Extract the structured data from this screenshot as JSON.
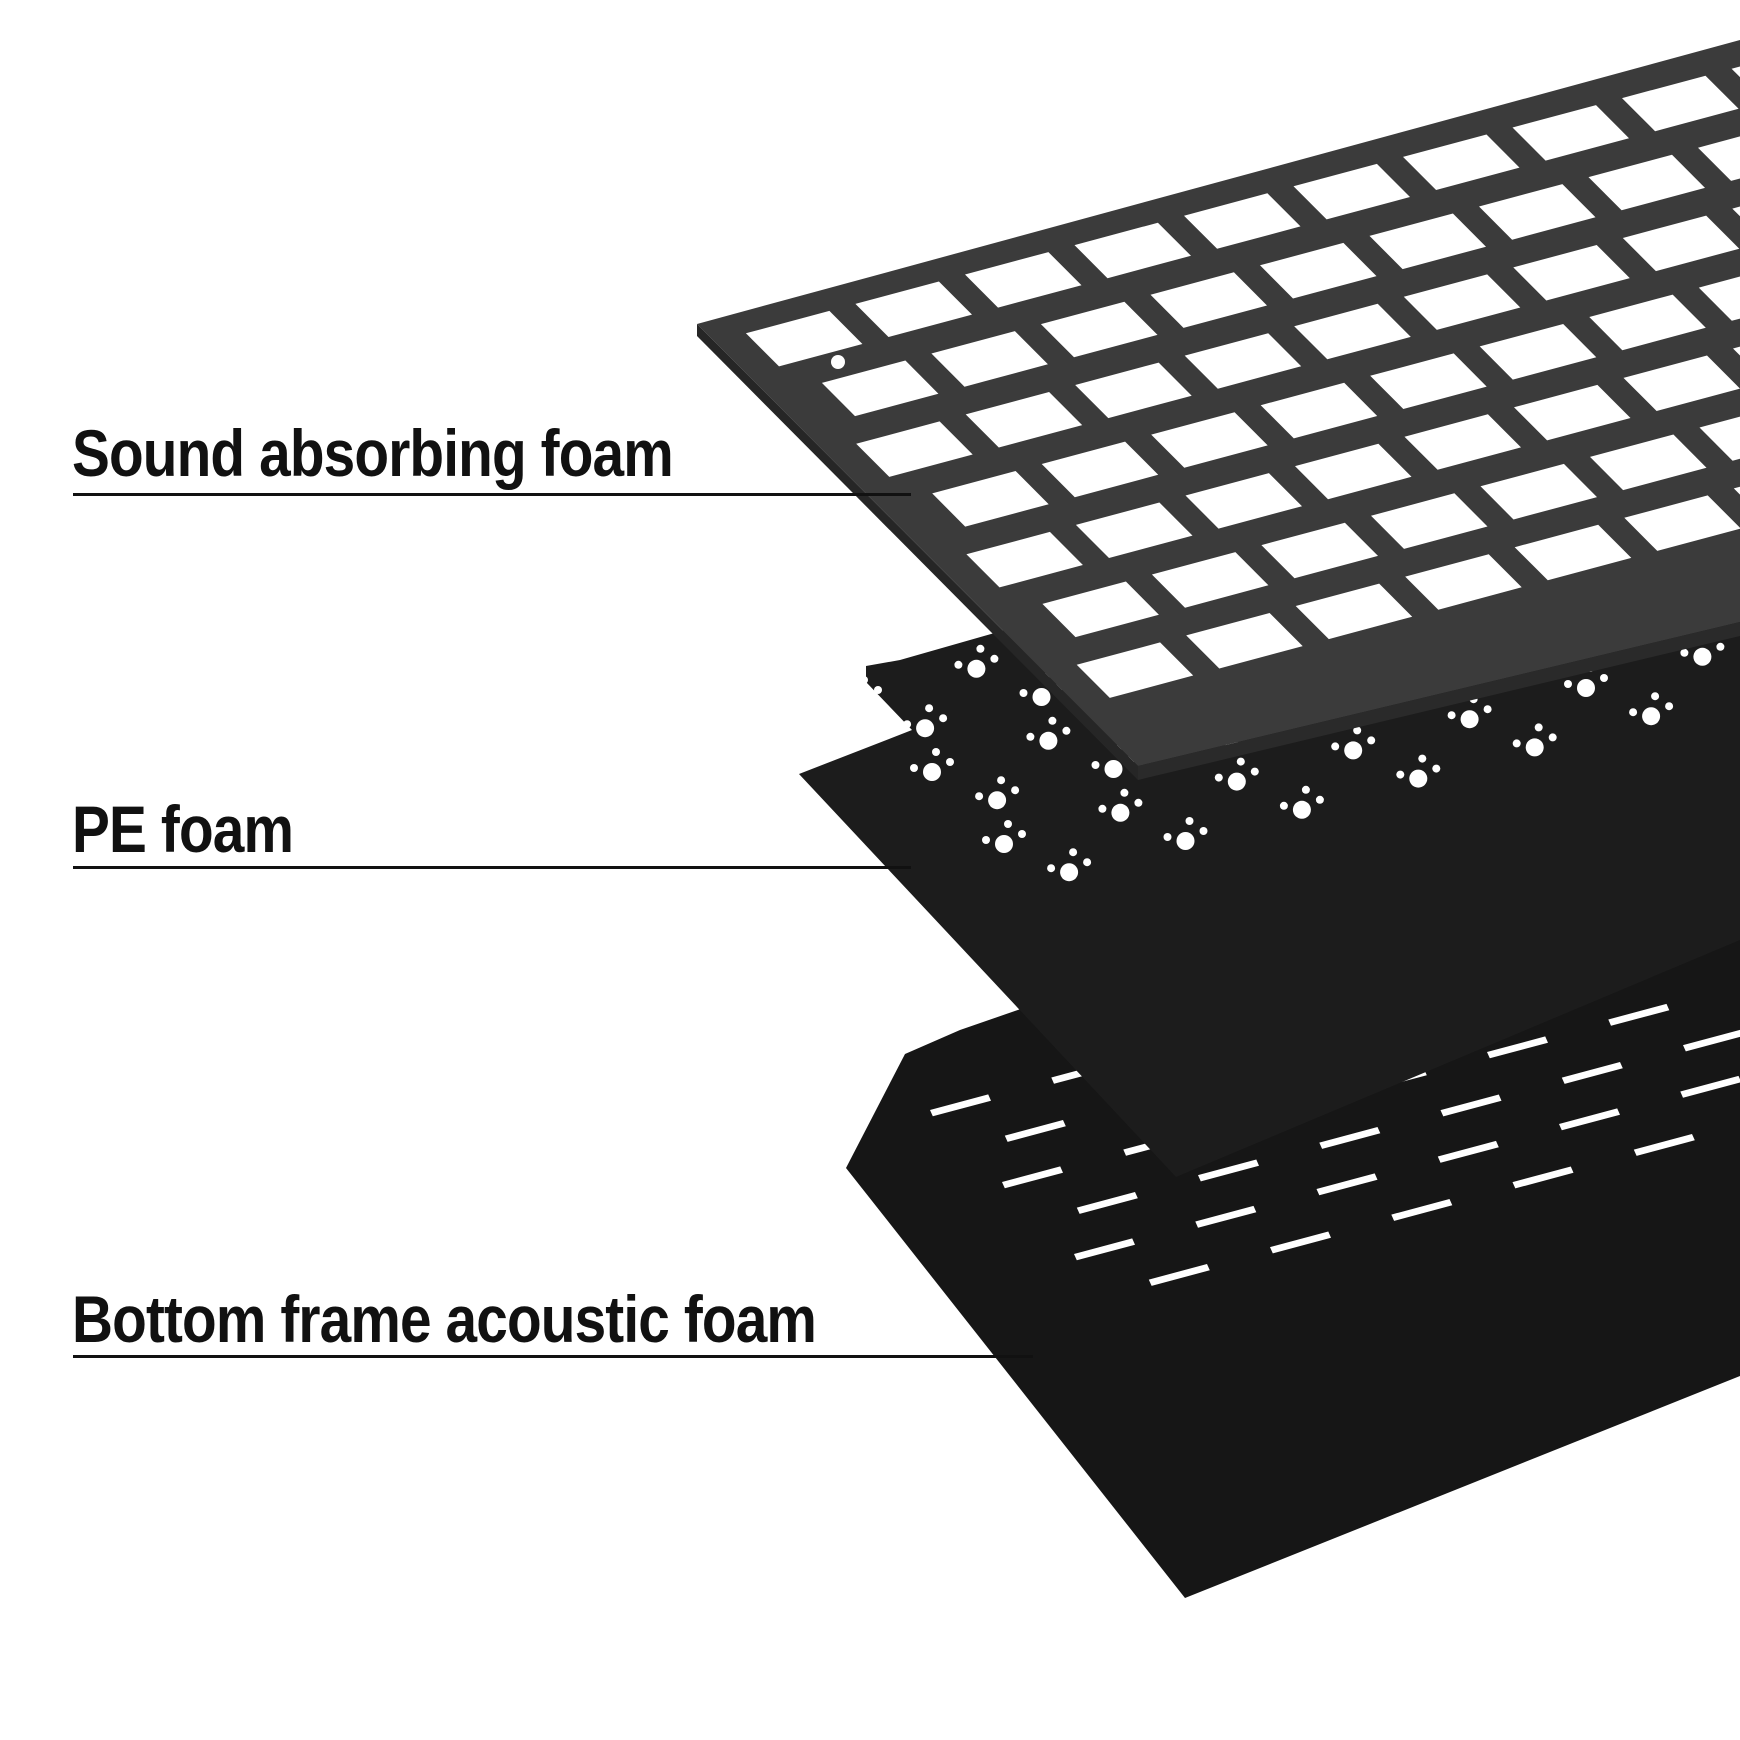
{
  "labels": {
    "top": "Sound absorbing foam",
    "middle": "PE foam",
    "bottom": "Bottom frame acoustic foam"
  },
  "colors": {
    "plate": "#3b3b3b",
    "pe_foam": "#1c1c1c",
    "bottom_foam": "#161616",
    "text": "#111111"
  }
}
